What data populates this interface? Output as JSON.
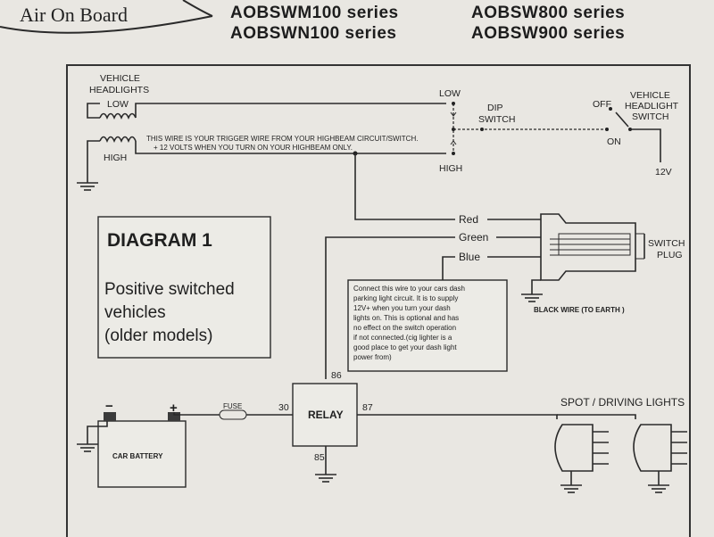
{
  "header": {
    "brand": "Air On Board",
    "series": [
      "AOBSWM100 series",
      "AOBSWN100 series",
      "AOBSW800 series",
      "AOBSW900 series"
    ]
  },
  "headlights": {
    "title_line1": "VEHICLE",
    "title_line2": "HEADLIGHTS",
    "low": "LOW",
    "high": "HIGH"
  },
  "trigger_note": {
    "line1": "THIS WIRE IS YOUR TRIGGER WIRE FROM YOUR HIGHBEAM CIRCUIT/SWITCH.",
    "line2": "+ 12 VOLTS WHEN YOU TURN ON YOUR HIGHBEAM ONLY."
  },
  "dip_switch": {
    "low": "LOW",
    "high": "HIGH",
    "label_line1": "DIP",
    "label_line2": "SWITCH"
  },
  "headlight_switch": {
    "off": "OFF",
    "on": "ON",
    "label_line1": "VEHICLE",
    "label_line2": "HEADLIGHT",
    "label_line3": "SWITCH",
    "supply": "12V"
  },
  "diagram_box": {
    "title": "DIAGRAM 1",
    "line1": "Positive switched",
    "line2": "vehicles",
    "line3": "(older models)"
  },
  "wires": {
    "red": "Red",
    "green": "Green",
    "blue": "Blue"
  },
  "switch_plug": {
    "line1": "SWITCH",
    "line2": "PLUG",
    "earth": "BLACK WIRE  (TO EARTH )"
  },
  "blue_note": {
    "lines": [
      "Connect this wire to your cars dash",
      "parking light circuit. It is to supply",
      "12V+ when you turn your dash",
      "lights on. This is optional and has",
      "no effect on the switch operation",
      "if not connected.(cig lighter is a",
      "good place to get your dash light",
      "power from)"
    ]
  },
  "relay": {
    "label": "RELAY",
    "pin30": "30",
    "pin85": "85",
    "pin86": "86",
    "pin87": "87"
  },
  "battery": {
    "label": "CAR BATTERY",
    "minus": "−",
    "plus": "+"
  },
  "fuse": {
    "label": "FUSE"
  },
  "lights": {
    "label": "SPOT / DRIVING LIGHTS"
  }
}
